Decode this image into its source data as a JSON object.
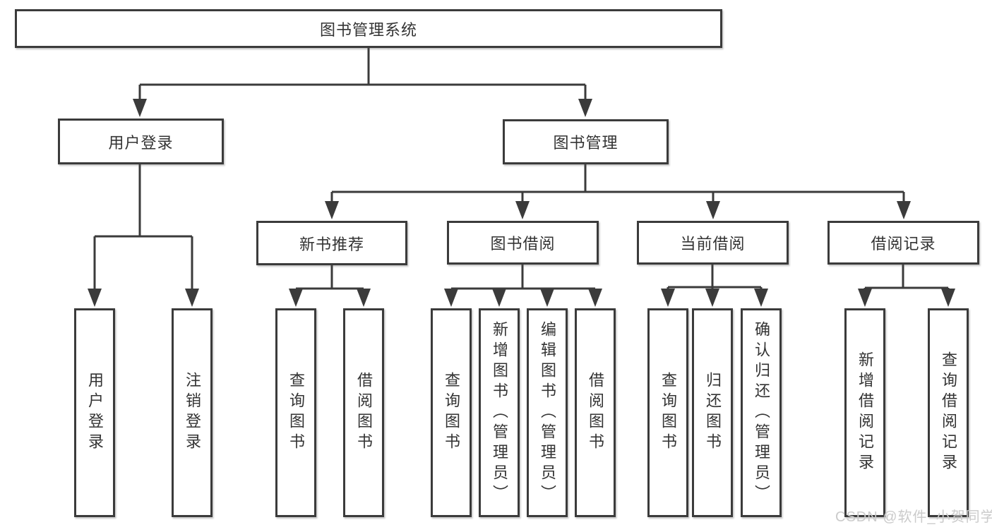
{
  "diagram": {
    "root_label": "图书管理系统",
    "login_branch": {
      "label": "用户登录",
      "children": [
        {
          "label": "用户登录"
        },
        {
          "label": "注销登录"
        }
      ]
    },
    "management_branch": {
      "label": "图书管理",
      "sections": [
        {
          "label": "新书推荐",
          "children": [
            {
              "label": "查询图书"
            },
            {
              "label": "借阅图书"
            }
          ]
        },
        {
          "label": "图书借阅",
          "children": [
            {
              "label": "查询图书"
            },
            {
              "label": "新增图书（管理员）"
            },
            {
              "label": "编辑图书（管理员）"
            },
            {
              "label": "借阅图书"
            }
          ]
        },
        {
          "label": "当前借阅",
          "children": [
            {
              "label": "查询图书"
            },
            {
              "label": "归还图书"
            },
            {
              "label": "确认归还（管理员）"
            }
          ]
        },
        {
          "label": "借阅记录",
          "children": [
            {
              "label": "新增借阅记录"
            },
            {
              "label": "查询借阅记录"
            }
          ]
        }
      ]
    }
  },
  "watermark": {
    "text": "CSDN @软件_小贺同学"
  },
  "colors": {
    "line": "#3b3b3b",
    "box_border": "#3b3b3b",
    "text": "#333333",
    "watermark": "#cbcbcb",
    "background": "#ffffff"
  }
}
